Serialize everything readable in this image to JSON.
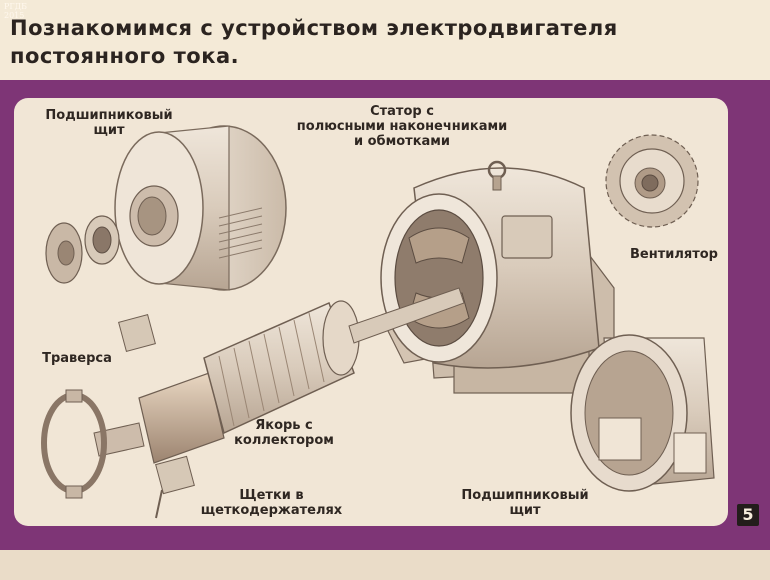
{
  "watermark": "РГДБ\n2015",
  "title": "Познакомимся с устройством электродвигателя постоянного тока.",
  "labels": {
    "bearing_shield_top": "Подшипниковый\nщит",
    "stator": "Статор с\nполюсными наконечниками\nи обмотками",
    "fan": "Вентилятор",
    "traverse": "Траверса",
    "armature": "Якорь с\nколлектором",
    "brushes": "Щетки в\nщеткодержателях",
    "bearing_shield_bottom": "Подшипниковый\nщит"
  },
  "slide_number": "5",
  "colors": {
    "frame": "#7e3576",
    "panel": "#f1e6d6",
    "text": "#2f2722"
  }
}
